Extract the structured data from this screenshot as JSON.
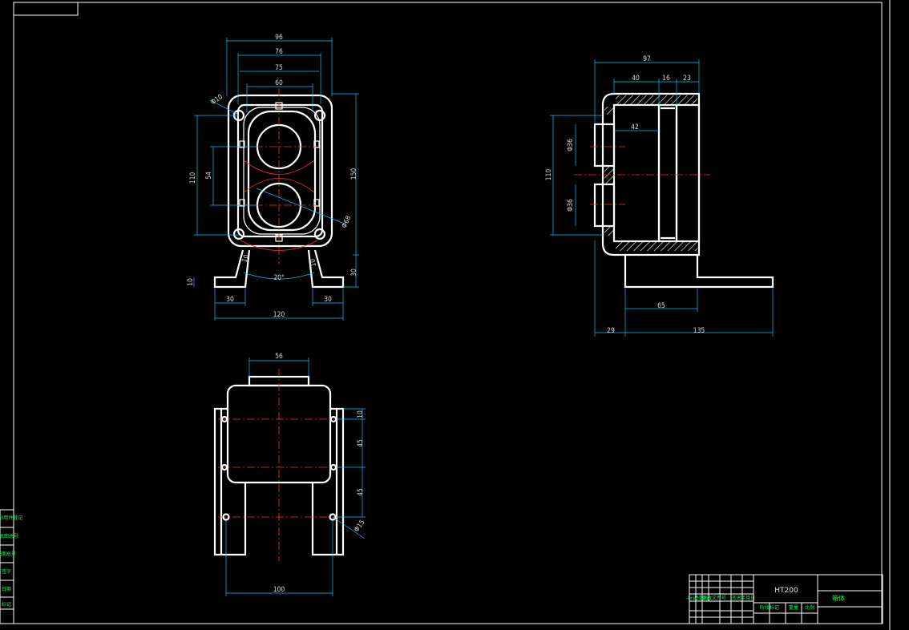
{
  "front_view": {
    "dims": {
      "w96": "96",
      "w76": "76",
      "w75": "75",
      "w60": "60",
      "hole_dia": "Φ10",
      "h110": "110",
      "h54": "54",
      "h150": "150",
      "bore_dia": "Φ68",
      "foot_a": "10",
      "foot_b": "10",
      "foot_h": "10",
      "base_h": "30",
      "angle": "20°",
      "foot_l": "30",
      "foot_r": "30",
      "w120": "120"
    }
  },
  "side_view": {
    "dims": {
      "w97": "97",
      "d40": "40",
      "d16": "16",
      "d23": "23",
      "d42": "42",
      "dia_top": "Φ36",
      "dia_bot": "Φ36",
      "h110": "110",
      "w65": "65",
      "w29": "29",
      "w135": "135"
    }
  },
  "top_view": {
    "dims": {
      "w56": "56",
      "d10": "10",
      "d45a": "45",
      "d45b": "45",
      "hole": "Φ15",
      "w100": "100"
    }
  },
  "title_block": {
    "material": "HT200",
    "part_name": "箱体",
    "row_labels": [
      "标记",
      "处数",
      "分区",
      "更改文件号",
      "签名",
      "年月日"
    ],
    "sub_labels": [
      "阶段标记",
      "重量",
      "比例"
    ],
    "left_strip": [
      "借(通)用件登记",
      "旧底图总号",
      "底图总号",
      "签字",
      "日期",
      "标记"
    ]
  }
}
